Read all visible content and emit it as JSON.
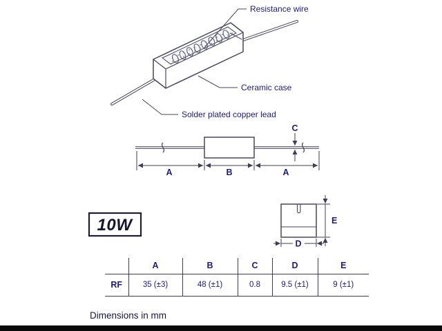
{
  "diagram": {
    "callouts": {
      "resistance_wire": "Resistance wire",
      "ceramic_case": "Ceramic case",
      "solder_lead": "Solder plated copper lead"
    },
    "power_rating": "10W",
    "side_view": {
      "dim_a_left": "A",
      "dim_b": "B",
      "dim_a_right": "A",
      "dim_c": "C"
    },
    "end_view": {
      "dim_d": "D",
      "dim_e": "E"
    }
  },
  "table": {
    "headers": [
      "A",
      "B",
      "C",
      "D",
      "E"
    ],
    "row": {
      "label": "RF",
      "values": [
        "35 (±3)",
        "48 (±1)",
        "0.8",
        "9.5 (±1)",
        "9 (±1)"
      ]
    }
  },
  "footer": {
    "note": "Dimensions in mm"
  }
}
